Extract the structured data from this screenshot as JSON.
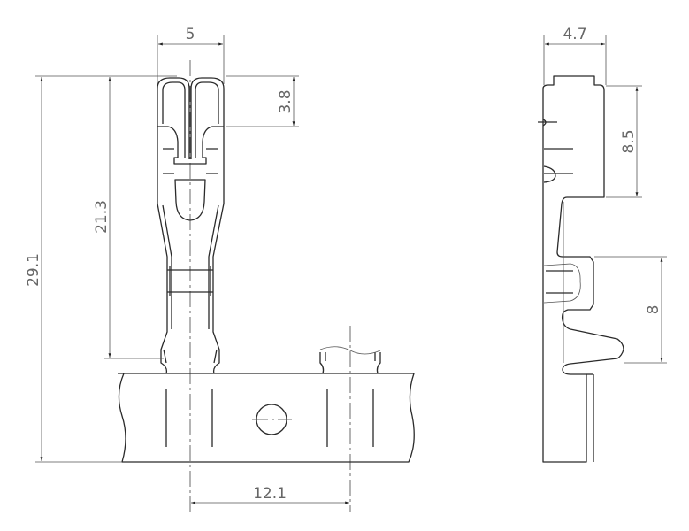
{
  "drawing": {
    "front_view": {
      "dimensions": {
        "width_top": "5",
        "fork_depth": "3.8",
        "contact_length": "21.3",
        "overall_height": "29.1",
        "pitch": "12.1"
      }
    },
    "side_view": {
      "dimensions": {
        "thickness": "4.7",
        "upper_section": "8.5",
        "lower_section": "8"
      }
    },
    "colors": {
      "line": "#2a2a2a",
      "dimension": "#666666"
    }
  }
}
